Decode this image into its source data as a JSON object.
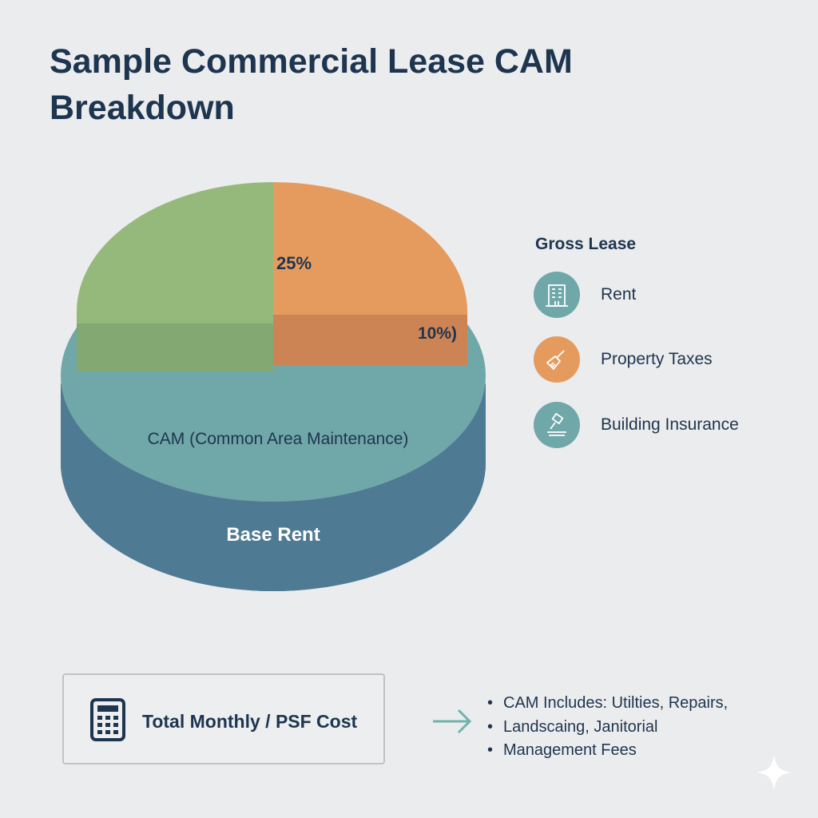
{
  "title": "Sample Commercial Lease CAM Breakdown",
  "chart_data": {
    "type": "pie",
    "slice_labels": {
      "base_rent": "Base Rent",
      "cam": "CAM (Common Area Maintenance)",
      "orange_pct": "25%",
      "overlap_pct": "10%)"
    },
    "colors": {
      "base_rent": "#4e7b93",
      "cam": "#70a7a8",
      "green": "#95b97b",
      "orange": "#e69b5e",
      "green_overlap": "#84a872",
      "orange_overlap": "#cd8455"
    }
  },
  "legend": {
    "title": "Gross Lease",
    "items": [
      {
        "label": "Rent",
        "icon": "building-icon",
        "color": "#70a7a8"
      },
      {
        "label": "Property Taxes",
        "icon": "broom-icon",
        "color": "#e69b5e"
      },
      {
        "label": "Building Insurance",
        "icon": "gavel-icon",
        "color": "#70a7a8"
      }
    ]
  },
  "total_box": {
    "label": "Total Monthly / PSF Cost",
    "icon": "calculator-icon"
  },
  "notes": [
    "CAM Includes: Utilties, Repairs,",
    "Landscaing, Janitorial",
    "Management Fees"
  ]
}
